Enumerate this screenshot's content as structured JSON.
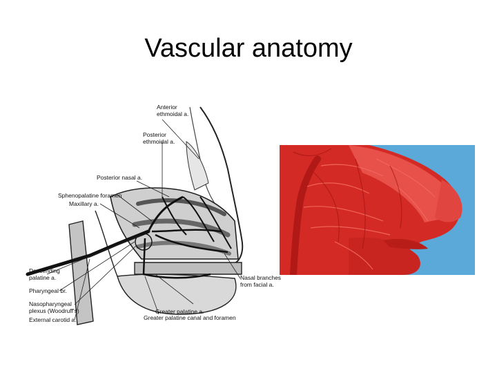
{
  "slide": {
    "title": "Vascular anatomy"
  },
  "diagram": {
    "labels": {
      "anterior_ethmoidal": "Anterior\nethmoidal a.",
      "posterior_ethmoidal": "Posterior\nethmoidal a.",
      "posterior_nasal": "Posterior nasal a.",
      "sphenopalatine": "Sphenopalatine foramen",
      "maxillary": "Maxillary a.",
      "descending_palatine": "Descending\npalatine a.",
      "pharyngeal": "Pharyngeal br.",
      "nasopharyngeal": "Nasopharyngeal\nplexus (Woodruff's)",
      "external_carotid": "External carotid a.",
      "nasal_branches": "Nasal branches\nfrom facial a.",
      "greater_palatine": "Greater palatine a.",
      "greater_palatine_canal": "Greater palatine canal and foramen"
    }
  },
  "photo": {
    "colors": {
      "background": "#5aa9d8",
      "vessel": "#d42a25",
      "tissue": "#e8504a"
    }
  }
}
